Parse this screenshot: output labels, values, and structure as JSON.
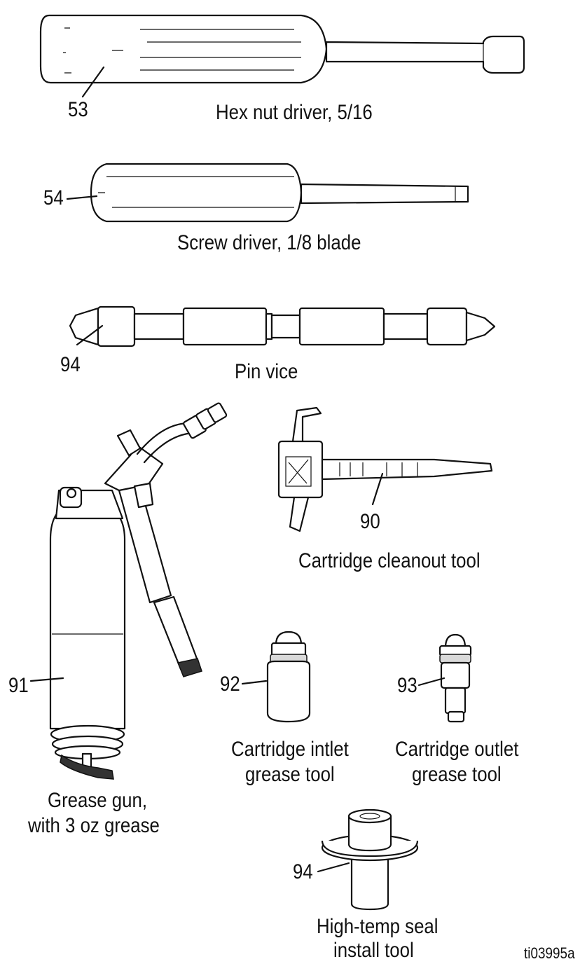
{
  "parts": [
    {
      "id": "hex-nut-driver",
      "number": "53",
      "caption": "Hex nut driver, 5/16"
    },
    {
      "id": "screw-driver",
      "number": "54",
      "caption": "Screw driver, 1/8 blade"
    },
    {
      "id": "pin-vice",
      "number": "94",
      "caption": "Pin vice"
    },
    {
      "id": "cartridge-cleanout-tool",
      "number": "90",
      "caption": "Cartridge cleanout tool"
    },
    {
      "id": "grease-gun",
      "number": "91",
      "caption_line1": "Grease gun,",
      "caption_line2": "with 3 oz grease"
    },
    {
      "id": "cartridge-inlet-grease-tool",
      "number": "92",
      "caption_line1": "Cartridge intlet",
      "caption_line2": "grease tool"
    },
    {
      "id": "cartridge-outlet-grease-tool",
      "number": "93",
      "caption_line1": "Cartridge outlet",
      "caption_line2": "grease tool"
    },
    {
      "id": "high-temp-seal-install-tool",
      "number": "94",
      "caption_line1": "High-temp seal",
      "caption_line2": "install tool"
    }
  ],
  "figure_code": "ti03995a"
}
